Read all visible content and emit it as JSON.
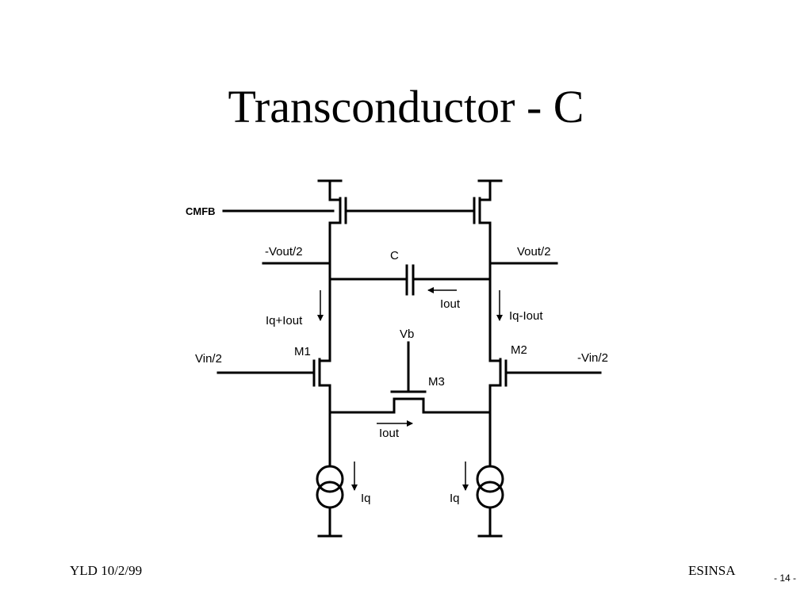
{
  "slide": {
    "title": "Transconductor - C",
    "footer_left": "YLD 10/2/99",
    "footer_right": "ESINSA",
    "page_number": "- 14 -"
  },
  "diagram": {
    "labels": {
      "cmfb": "CMFB",
      "vout_neg": "-Vout/2",
      "vout_pos": "Vout/2",
      "cap": "C",
      "iout_cap": "Iout",
      "iq_plus": "Iq+Iout",
      "iq_minus": "Iq-Iout",
      "vb": "Vb",
      "m1": "M1",
      "m2": "M2",
      "m3": "M3",
      "vin_pos": "Vin/2",
      "vin_neg": "-Vin/2",
      "iout_m3": "Iout",
      "iq_left": "Iq",
      "iq_right": "Iq"
    }
  }
}
